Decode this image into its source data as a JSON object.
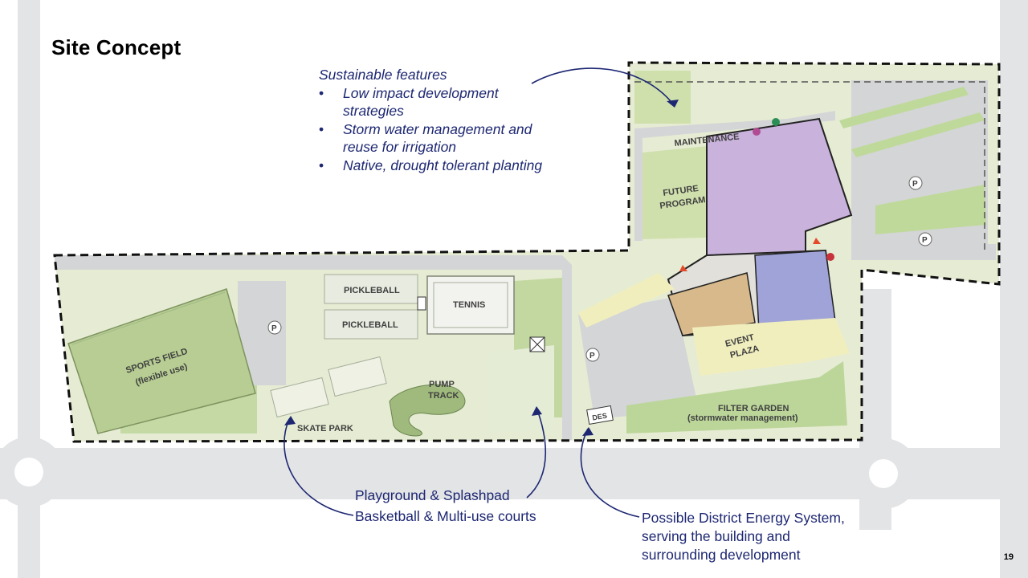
{
  "page": {
    "title": "Site Concept",
    "page_number": "19"
  },
  "sustainable": {
    "heading": "Sustainable features",
    "items": [
      "Low impact development strategies",
      "Storm water management and reuse for irrigation",
      "Native, drought tolerant planting"
    ]
  },
  "callouts": {
    "playground": "Playground & Splashpad",
    "basketball": "Basketball & Multi-use courts",
    "des_line1": "Possible District Energy System,",
    "des_line2": "serving the building and",
    "des_line3": "surrounding development"
  },
  "map_labels": {
    "maintenance": "MAINTENANCE",
    "future_1": "FUTURE",
    "future_2": "PROGRAM",
    "pickleball_1": "PICKLEBALL",
    "pickleball_2": "PICKLEBALL",
    "tennis": "TENNIS",
    "sports_field": "SPORTS FIELD",
    "sports_field_sub": "(flexible use)",
    "pump_1": "PUMP",
    "pump_2": "TRACK",
    "skate_park": "SKATE PARK",
    "event_1": "EVENT",
    "event_2": "PLAZA",
    "filter_garden": "FILTER GARDEN",
    "filter_garden_sub": "(stormwater management)",
    "des": "DES",
    "parking": "P"
  },
  "colors": {
    "accent_blue": "#1d2772",
    "boundary": "#111111",
    "building_purple": "#c9b3dc",
    "building_blue": "#9fa3d8",
    "building_tan": "#d7b98b"
  }
}
